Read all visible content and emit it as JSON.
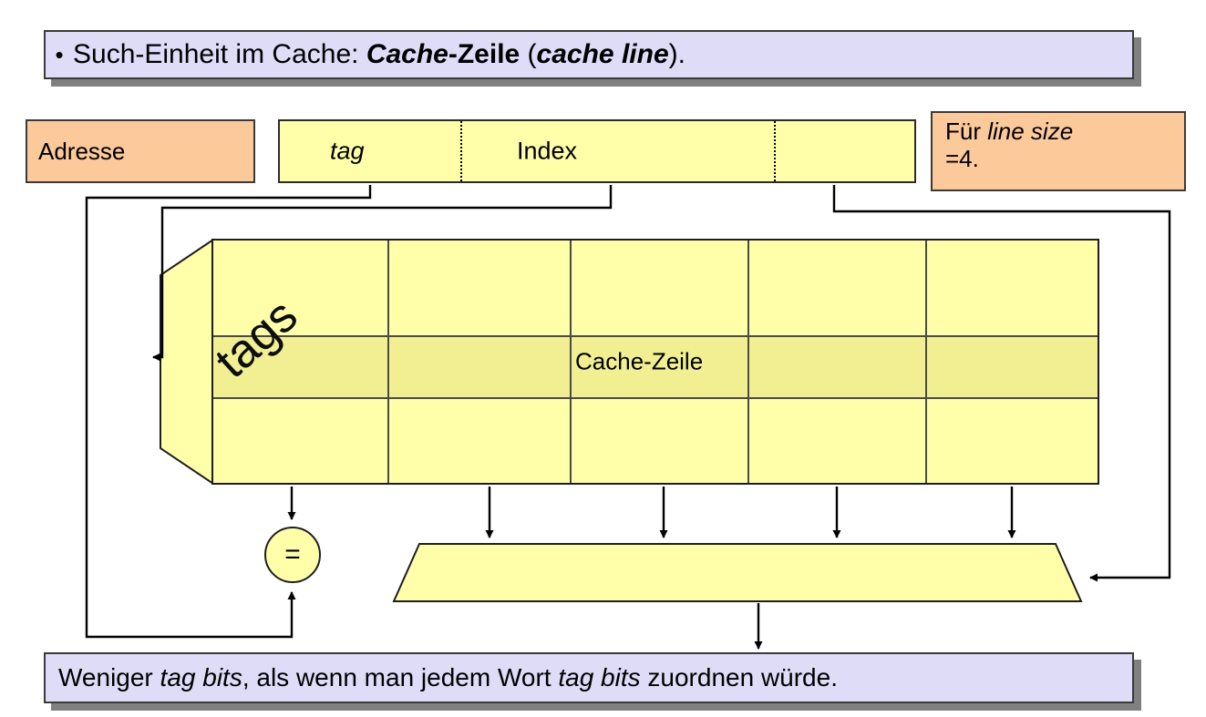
{
  "slide": {
    "top_banner": {
      "bullet": "•",
      "text_plain": "Such-Einheit im Cache: Cache-Zeile (cache line)."
    },
    "bottom_banner": {
      "text_plain": "Weniger tag bits, als wenn man jedem Wort tag bits zuordnen würde."
    }
  },
  "address": {
    "box_label": "Adresse",
    "segments": [
      {
        "name": "tag",
        "label": "tag",
        "italic": true
      },
      {
        "name": "index",
        "label": "Index",
        "italic": false
      },
      {
        "name": "offset",
        "label": "",
        "italic": false
      }
    ]
  },
  "note": {
    "line1": "Für line size",
    "line2": "=4."
  },
  "cache": {
    "tags_label": "tags",
    "cache_line_label": "Cache-Zeile",
    "comparator_symbol": "=",
    "rows": 3,
    "data_columns": 4,
    "line_size": 4
  },
  "colors": {
    "yellow_fill": "#ffffaa",
    "highlight_row": "#edebbe",
    "orange_fill": "#fcc99b",
    "banner_fill": "#dedcf7",
    "shadow": "#808080",
    "outline": "#1e1e1e"
  }
}
